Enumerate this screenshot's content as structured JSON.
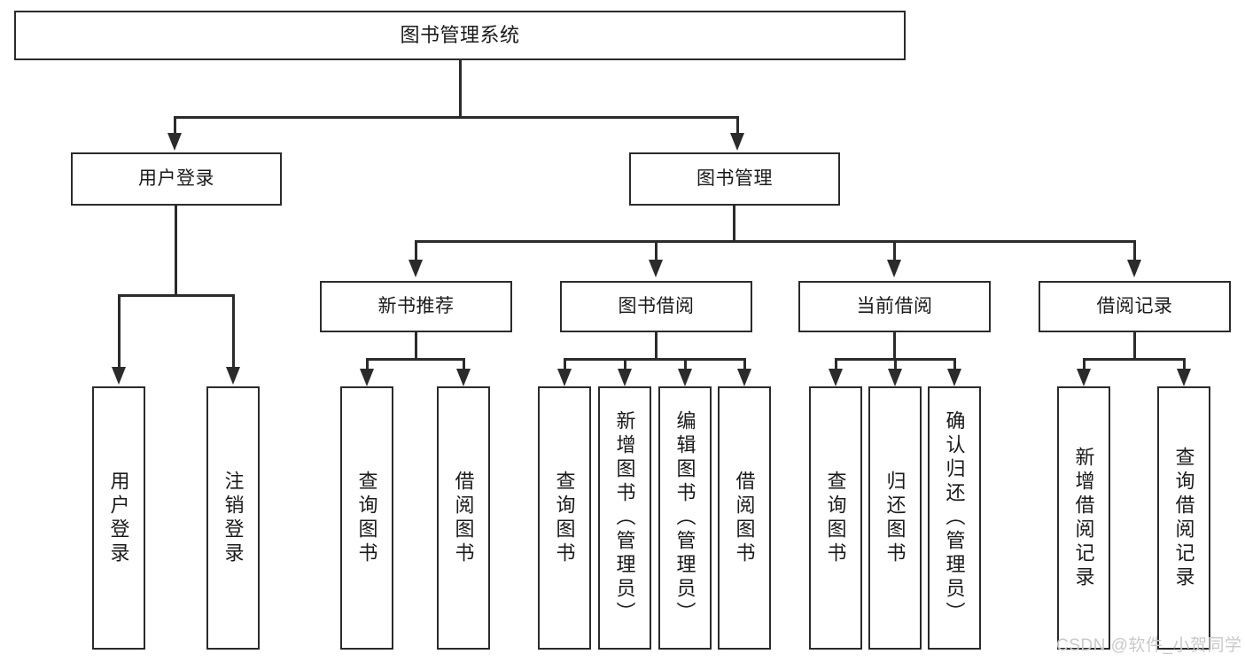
{
  "diagram": {
    "title": "图书管理系统",
    "root": {
      "label": "图书管理系统"
    },
    "level2": [
      {
        "label": "用户登录"
      },
      {
        "label": "图书管理"
      }
    ],
    "level3": [
      {
        "label": "新书推荐"
      },
      {
        "label": "图书借阅"
      },
      {
        "label": "当前借阅"
      },
      {
        "label": "借阅记录"
      }
    ],
    "leaves_user_login": [
      {
        "label": "用户登录"
      },
      {
        "label": "注销登录"
      }
    ],
    "leaves_new_book": [
      {
        "label": "查询图书"
      },
      {
        "label": "借阅图书"
      }
    ],
    "leaves_borrow": [
      {
        "label": "查询图书"
      },
      {
        "label": "新增图书（管理员）"
      },
      {
        "label": "编辑图书（管理员）"
      },
      {
        "label": "借阅图书"
      }
    ],
    "leaves_current": [
      {
        "label": "查询图书"
      },
      {
        "label": "归还图书"
      },
      {
        "label": "确认归还（管理员）"
      }
    ],
    "leaves_record": [
      {
        "label": "新增借阅记录"
      },
      {
        "label": "查询借阅记录"
      }
    ],
    "watermark": "CSDN @软件_小贺同学",
    "colors": {
      "stroke": "#2b2b2b",
      "box_fill": "#ffffff",
      "text": "#1a1a1a",
      "watermark": "#c9c9c9"
    }
  }
}
